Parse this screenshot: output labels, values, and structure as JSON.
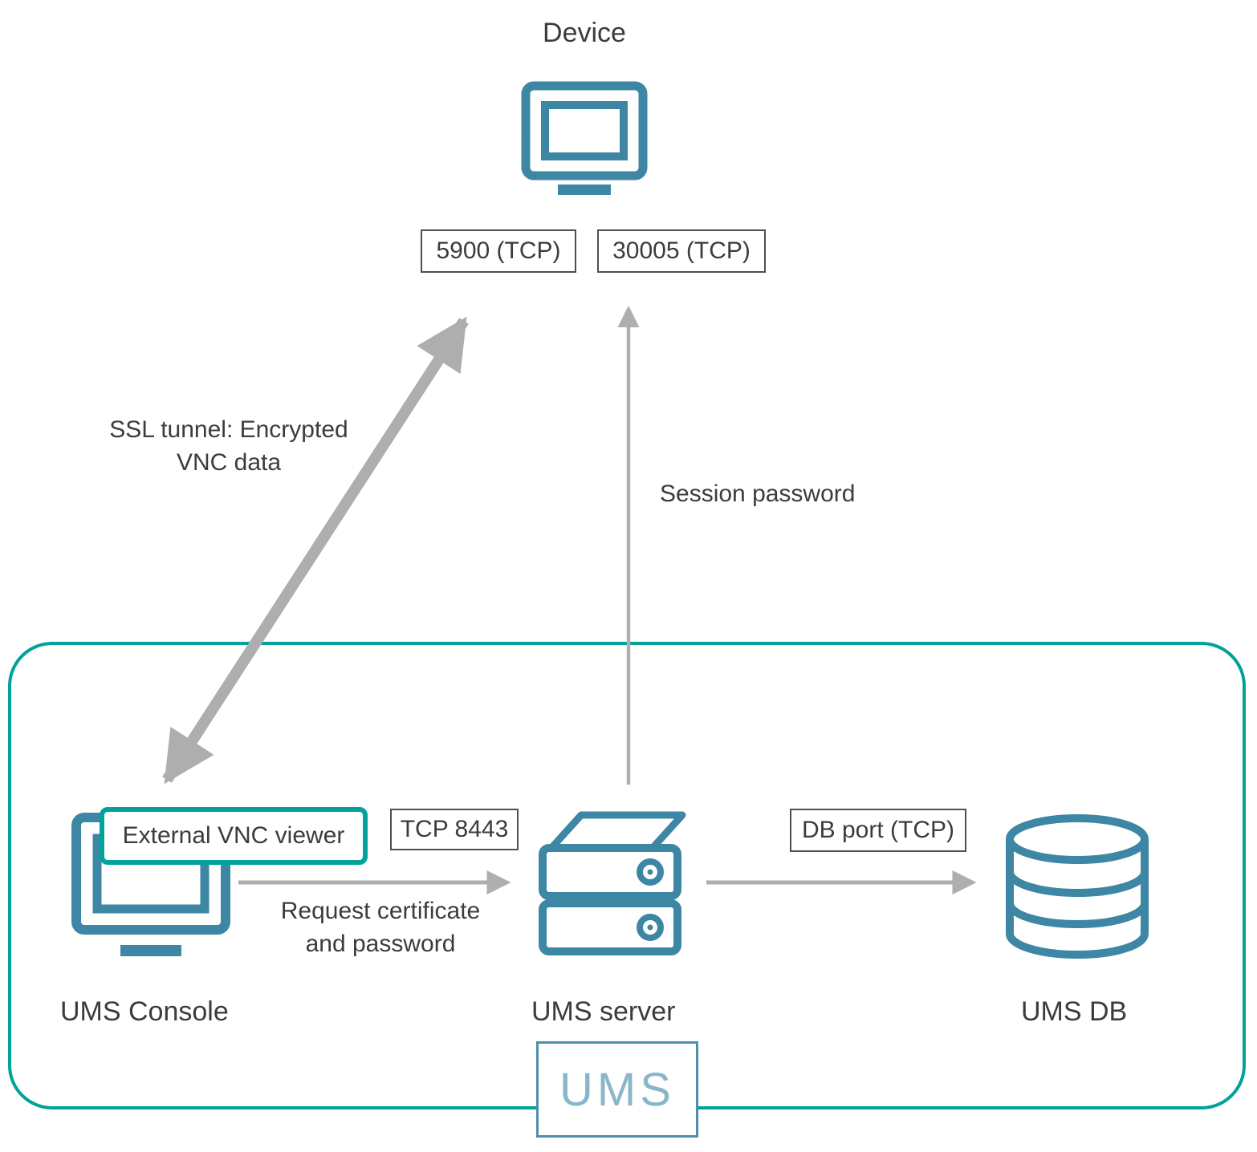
{
  "colors": {
    "icon": "#3e87a4",
    "zone": "#00a29b",
    "arrow": "#aeaeae",
    "text": "#3c3c3c",
    "port_border": "#4f4f4f",
    "logo_border": "#4e90ab",
    "logo_text": "#8ab6c9"
  },
  "nodes": {
    "device": "Device",
    "ums_console": "UMS Console",
    "ums_server": "UMS server",
    "ums_db": "UMS DB",
    "external_vnc_viewer": "External VNC viewer",
    "ums_logo": "UMS"
  },
  "ports": {
    "vnc": "5900 (TCP)",
    "session": "30005 (TCP)",
    "tcp_8443": "TCP 8443",
    "db": "DB port (TCP)"
  },
  "edges": {
    "ssl_tunnel": "SSL tunnel: Encrypted VNC data",
    "session_password": "Session password",
    "request_certificate": "Request certificate and password"
  }
}
